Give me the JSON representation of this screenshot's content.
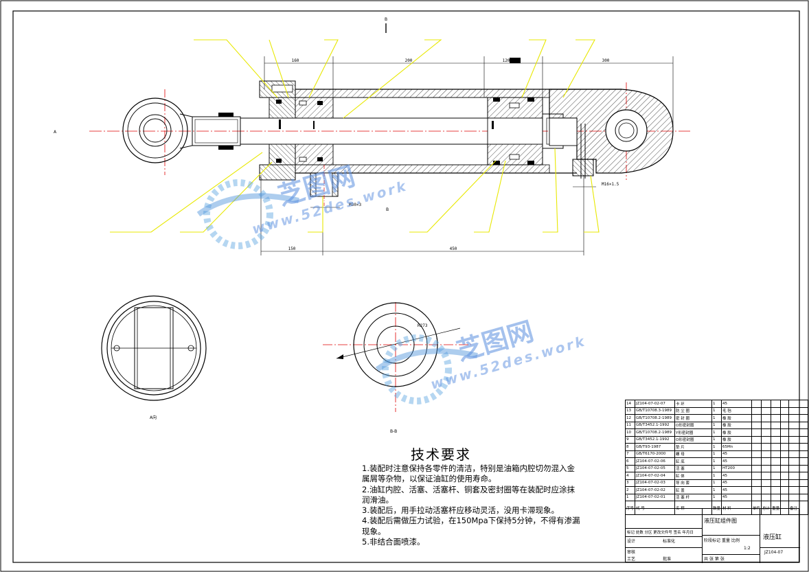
{
  "drawing": {
    "section_marker_top": "B",
    "section_marker_mid": "B",
    "view_marker_left": "A",
    "view_a_label": "A向",
    "view_b_label": "B-B",
    "dimensions": {
      "d160": "160",
      "d200": "200",
      "d120": "120",
      "d300": "300",
      "d150": "150",
      "d450": "450",
      "thread": "M30×3",
      "port": "M16×1.5",
      "radius": "R273"
    }
  },
  "watermark": {
    "brand": "芝图网",
    "url": "www.52des.work"
  },
  "tech": {
    "title": "技术要求",
    "items": [
      "1.装配时注意保持各零件的清洁，特别是油箱内腔切勿混入金属屑等杂物，以保证油缸的使用寿命。",
      "2.油缸内腔、活塞、活塞杆、铜套及密封圈等在装配时应涂抹润滑油。",
      "3.装配后，用手拉动活塞杆应移动灵活，没用卡滞现象。",
      "4.装配后需做压力试验，在150Mpa下保持5分钟，不得有渗漏现象。",
      "5.非结合面喷漆。"
    ]
  },
  "bom": {
    "rows": [
      {
        "no": "14",
        "code": "JZ104-07-02-07",
        "name": "卡  环",
        "qty": "1",
        "mat": "45"
      },
      {
        "no": "13",
        "code": "GB/T10708.3-1989",
        "name": "防 尘 圈",
        "qty": "1",
        "mat": "毛  毡"
      },
      {
        "no": "12",
        "code": "GB/T10708.2-1989",
        "name": "密 封 圈",
        "qty": "1",
        "mat": "橡  胶"
      },
      {
        "no": "11",
        "code": "GB/T3452.1-1992",
        "name": "O形密封圈",
        "qty": "1",
        "mat": "橡  胶"
      },
      {
        "no": "10",
        "code": "GB/T10708.2-1989",
        "name": "Y形密封圈",
        "qty": "1",
        "mat": "橡  胶"
      },
      {
        "no": "9",
        "code": "GB/T3452.1-1992",
        "name": "O形密封圈",
        "qty": "1",
        "mat": "橡  胶"
      },
      {
        "no": "8",
        "code": "GB/T93-1987",
        "name": "垫  片",
        "qty": "1",
        "mat": "65Mn"
      },
      {
        "no": "7",
        "code": "GB/T6170-2000",
        "name": "螺  母",
        "qty": "1",
        "mat": "45"
      },
      {
        "no": "6",
        "code": "JZ104-07-02-06",
        "name": "缸  底",
        "qty": "1",
        "mat": "45"
      },
      {
        "no": "5",
        "code": "JZ104-07-02-05",
        "name": "活  塞",
        "qty": "1",
        "mat": "HT200"
      },
      {
        "no": "4",
        "code": "JZ104-07-02-04",
        "name": "缸  体",
        "qty": "1",
        "mat": "45"
      },
      {
        "no": "3",
        "code": "JZ104-07-02-03",
        "name": "导 向 套",
        "qty": "1",
        "mat": "45"
      },
      {
        "no": "2",
        "code": "JZ104-07-02-02",
        "name": "缸  盖",
        "qty": "1",
        "mat": "45"
      },
      {
        "no": "1",
        "code": "JZ104-07-02-01",
        "name": "活 塞 杆",
        "qty": "1",
        "mat": "45"
      }
    ],
    "header": {
      "no": "序号",
      "code": "代    号",
      "name": "名    称",
      "qty": "数量",
      "mat": "材  料",
      "single": "单件",
      "total": "总计",
      "weight": "重量",
      "remark": "备注"
    }
  },
  "title_block": {
    "drawing_name": "液压缸组件图",
    "part_name": "液压缸",
    "drawing_no": "JZ104-07",
    "scale": "1:2",
    "labels": {
      "mark": "标记",
      "count": "处数",
      "zone": "分区",
      "change_no": "更改文件号",
      "sign": "签名",
      "date": "年月日",
      "design": "设计",
      "standardize": "标准化",
      "stage": "阶段标记",
      "weight": "重量",
      "ratio": "比例",
      "review": "审核",
      "process": "工艺",
      "approve": "批准",
      "total_sheets": "共",
      "sheet": "张",
      "page": "第",
      "page_unit": "张"
    }
  }
}
